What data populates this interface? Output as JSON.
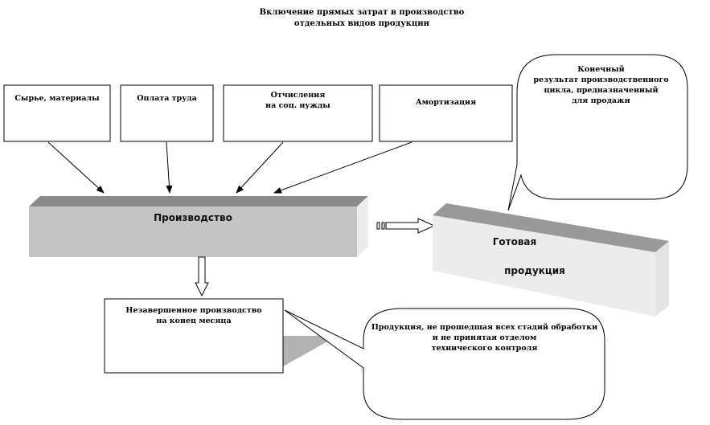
{
  "title": {
    "line1": "Включение прямых затрат в производство",
    "line2": "отдельных видов продукции"
  },
  "inputs": [
    {
      "line1": "Сырье, материалы",
      "line2": ""
    },
    {
      "line1": "Оплата труда",
      "line2": ""
    },
    {
      "line1": "Отчисления",
      "line2": "на соц. нужды"
    },
    {
      "line1": "Амортизация",
      "line2": ""
    }
  ],
  "production": {
    "label": "Производство"
  },
  "finished": {
    "line1": "Готовая",
    "line2": "продукция"
  },
  "wip": {
    "line1": "Незавершенное производство",
    "line2": "на конец месяца"
  },
  "callout_top": {
    "line1": "Конечный",
    "line2": "результат производственного",
    "line3": "цикла, предназначенный",
    "line4": "для продажи"
  },
  "callout_bottom": {
    "line1": "Продукция, не прошедшая всех стадий обработки",
    "line2": "и не принятая отделом",
    "line3": "технического контроля"
  }
}
